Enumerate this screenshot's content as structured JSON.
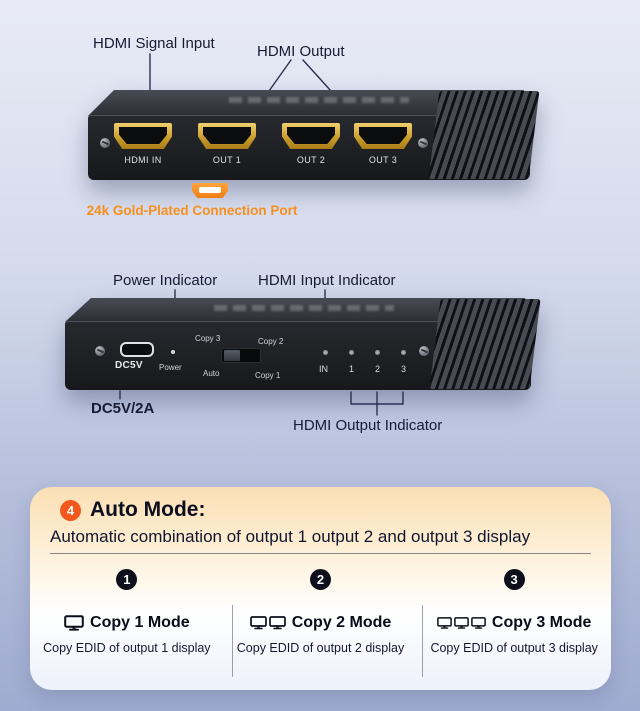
{
  "colors": {
    "accent_orange": "#f78f1e",
    "badge_orange": "#f2581d",
    "badge_black": "#0d0f1a",
    "annotation_line": "#2b3052",
    "card_gradient_top": "#fbdfb4",
    "card_gradient_bottom": "#edf1fb",
    "gold_port": "#c89a2a"
  },
  "icons": {
    "hdmi_connector": "orange trapezoid plug shape",
    "monitor": "rect screen with stand",
    "screw": "round metal screw head",
    "led": "small round indicator dot"
  },
  "front_view": {
    "label_signal_input": "HDMI Signal Input",
    "label_output": "HDMI Output",
    "ports": [
      "HDMI IN",
      "OUT 1",
      "OUT 2",
      "OUT 3"
    ],
    "gold_caption": "24k Gold-Plated Connection Port"
  },
  "back_view": {
    "label_power": "Power Indicator",
    "label_input_indicator": "HDMI Input Indicator",
    "dc_port": "DC5V",
    "power": "Power",
    "switch": {
      "copy3": "Copy 3",
      "copy2": "Copy 2",
      "auto": "Auto",
      "copy1": "Copy 1"
    },
    "indicators": [
      "IN",
      "1",
      "2",
      "3"
    ],
    "label_dc_power": "DC5V/2A",
    "label_output_indicator": "HDMI Output Indicator"
  },
  "card": {
    "badge_number": "4",
    "title": "Auto Mode:",
    "subtitle": "Automatic combination of output 1 output 2  and output 3 display",
    "modes": [
      {
        "number": "1",
        "title": "Copy 1 Mode",
        "desc": "Copy EDID of output 1 display"
      },
      {
        "number": "2",
        "title": "Copy 2 Mode",
        "desc": "Copy EDID of output 2 display"
      },
      {
        "number": "3",
        "title": "Copy 3 Mode",
        "desc": "Copy EDID of output 3 display"
      }
    ]
  }
}
